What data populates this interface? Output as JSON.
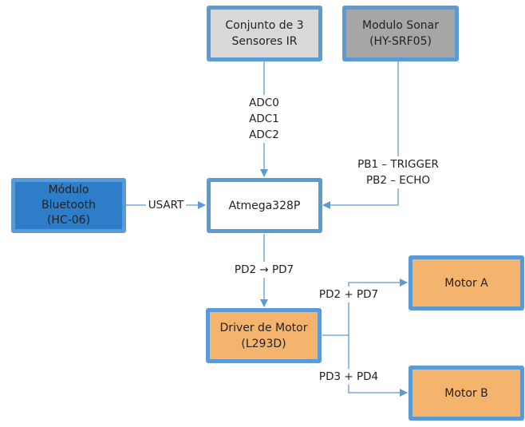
{
  "colors": {
    "border": "#5b9bd5",
    "wire": "#5b9bd5",
    "ir_fill": "#d9d9d9",
    "sonar_fill": "#a6a6a6",
    "bluetooth_fill": "#2e7dc8",
    "mcu_fill": "#ffffff",
    "motor_fill": "#f4b46e"
  },
  "blocks": {
    "ir": {
      "lines": [
        "Conjunto de 3",
        "Sensores IR"
      ]
    },
    "sonar": {
      "lines": [
        "Modulo Sonar",
        "(HY-SRF05)"
      ]
    },
    "bluetooth": {
      "lines": [
        "Módulo",
        "Bluetooth",
        "(HC-06)"
      ]
    },
    "mcu": {
      "lines": [
        "Atmega328P"
      ]
    },
    "driver": {
      "lines": [
        "Driver de Motor",
        "(L293D)"
      ]
    },
    "motor_a": {
      "lines": [
        "Motor A"
      ]
    },
    "motor_b": {
      "lines": [
        "Motor B"
      ]
    }
  },
  "connections": {
    "ir_mcu": {
      "lines": [
        "ADC0",
        "ADC1",
        "ADC2"
      ]
    },
    "sonar_mcu": {
      "lines": [
        "PB1 – TRIGGER",
        "PB2 – ECHO"
      ]
    },
    "bluetooth_mcu": {
      "label": "USART"
    },
    "mcu_driver": {
      "label": "PD2 → PD7"
    },
    "driver_motor_a": {
      "label": "PD2 + PD7"
    },
    "driver_motor_b": {
      "label": "PD3 + PD4"
    }
  }
}
